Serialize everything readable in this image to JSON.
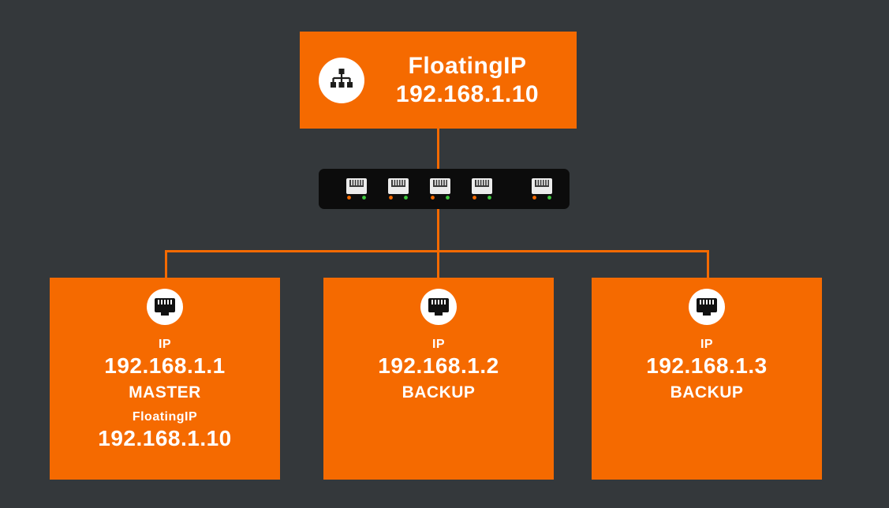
{
  "colors": {
    "background": "#34383b",
    "accent_orange": "#f56a00",
    "switch_black": "#0c0c0c",
    "led_green": "#3ec93e",
    "led_orange": "#f56a00",
    "text_white": "#ffffff"
  },
  "floating_ip_node": {
    "icon": "network-sitemap-icon",
    "title": "FloatingIP",
    "ip": "192.168.1.10"
  },
  "switch": {
    "icon": "ethernet-switch",
    "port_count": 5
  },
  "servers": [
    {
      "icon": "ethernet-port-icon",
      "ip_label": "IP",
      "ip": "192.168.1.1",
      "role": "MASTER",
      "floating_label": "FloatingIP",
      "floating_ip": "192.168.1.10"
    },
    {
      "icon": "ethernet-port-icon",
      "ip_label": "IP",
      "ip": "192.168.1.2",
      "role": "BACKUP"
    },
    {
      "icon": "ethernet-port-icon",
      "ip_label": "IP",
      "ip": "192.168.1.3",
      "role": "BACKUP"
    }
  ]
}
